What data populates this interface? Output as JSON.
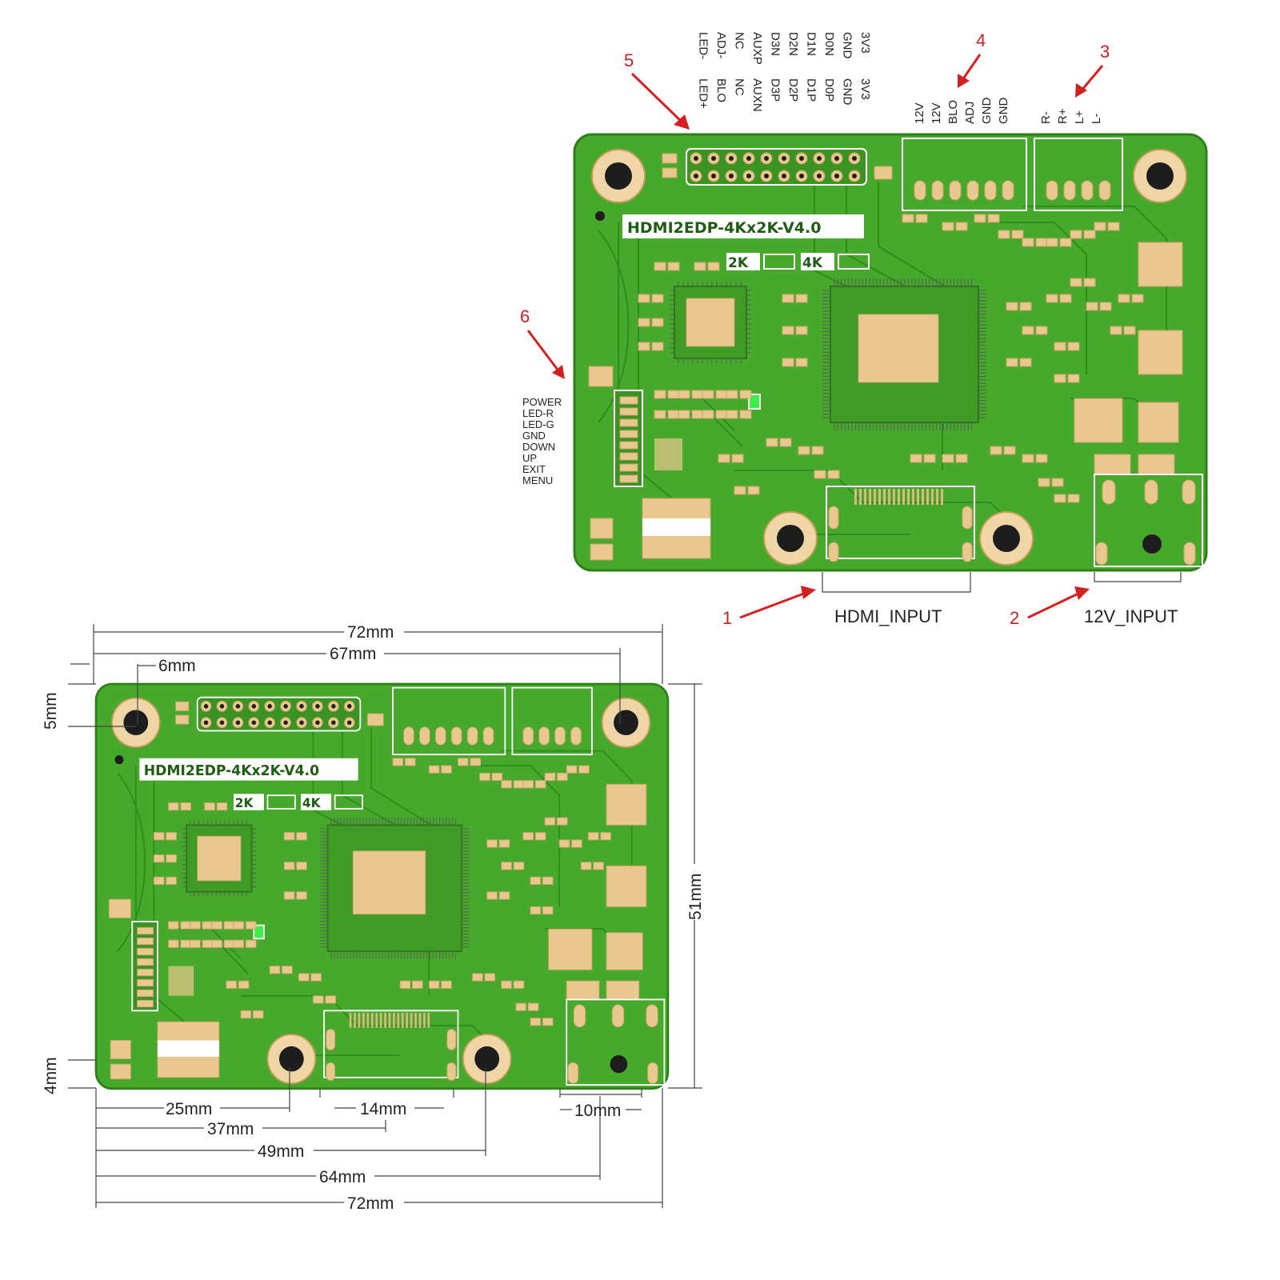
{
  "board": {
    "name": "HDMI2EDP-4Kx2K-V4.0",
    "mode_2k": "2K",
    "mode_4k": "4K"
  },
  "connector_pins": {
    "row_a": [
      "3V3",
      "GND",
      "D0N",
      "D1N",
      "D2N",
      "D3N",
      "AUXP",
      "NC",
      "ADJ-",
      "LED-"
    ],
    "row_b": [
      "3V3",
      "GND",
      "D0P",
      "D1P",
      "D2P",
      "D3P",
      "AUXN",
      "NC",
      "BLO",
      "LED+"
    ]
  },
  "power_pins": [
    "12V",
    "12V",
    "BLO",
    "ADJ",
    "GND",
    "GND"
  ],
  "speaker_pins": [
    "R-",
    "R+",
    "L+",
    "L-"
  ],
  "keypad_pins": [
    "POWER",
    "LED-R",
    "LED-G",
    "GND",
    "DOWN",
    "UP",
    "EXIT",
    "MENU"
  ],
  "callouts": {
    "c1": "1",
    "c2": "2",
    "c3": "3",
    "c4": "4",
    "c5": "5",
    "c6": "6"
  },
  "ports": {
    "hdmi": "HDMI_INPUT",
    "power": "12V_INPUT"
  },
  "dimensions": {
    "top_width_72": "72mm",
    "hole_span_67": "67mm",
    "hole_offset_6": "6mm",
    "top_margin_5": "5mm",
    "height_51": "51mm",
    "bottom_margin_4": "4mm",
    "d25": "25mm",
    "d14": "14mm",
    "d10": "10mm",
    "d37": "37mm",
    "d49": "49mm",
    "d64": "64mm",
    "bottom_width_72": "72mm"
  },
  "colors": {
    "pcb_green": "#47a92b",
    "pad_gold": "#e9c88f",
    "callout_red": "#d32020"
  }
}
